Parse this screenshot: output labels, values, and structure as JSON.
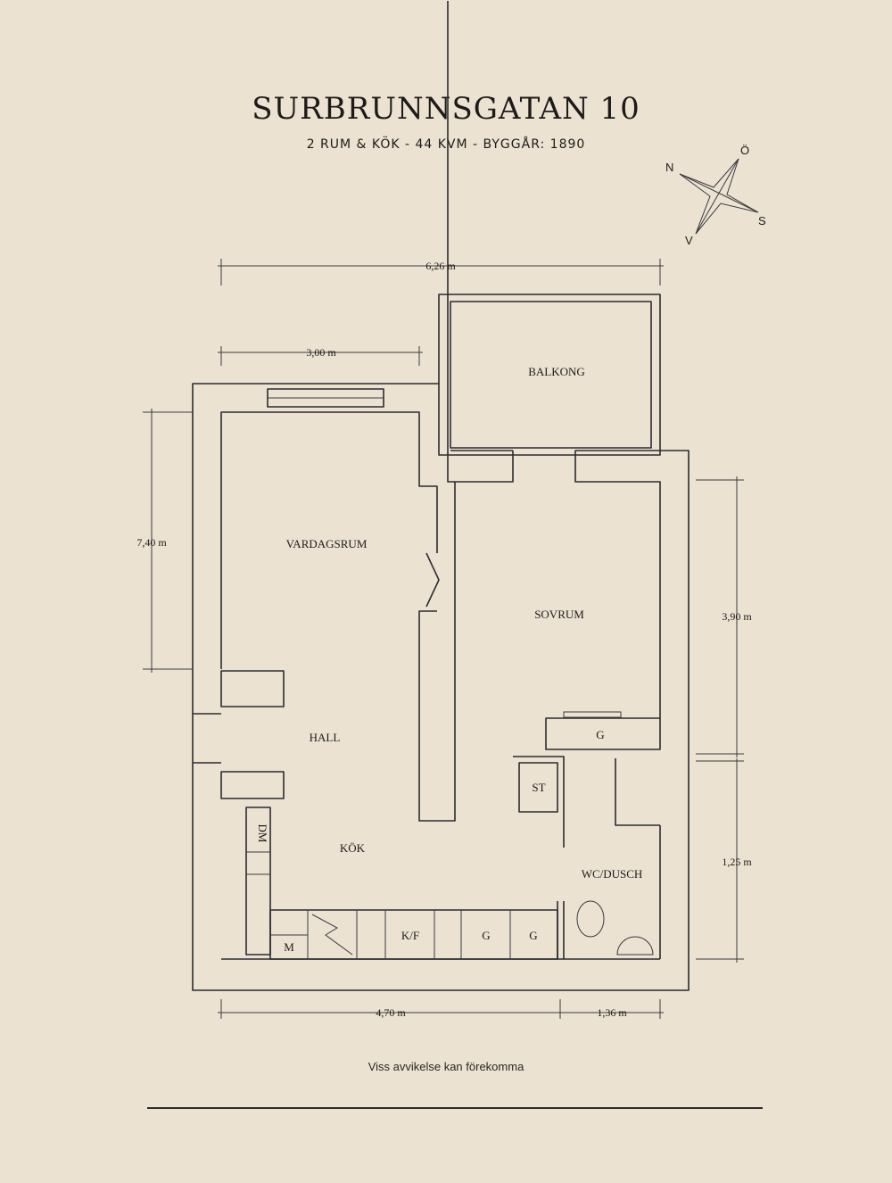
{
  "header": {
    "title": "SURBRUNNSGATAN 10",
    "subtitle": "2 RUM & KÖK  -  44 KVM  -  BYGGÅR: 1890"
  },
  "compass": {
    "n": "N",
    "e": "Ö",
    "s": "S",
    "w": "V"
  },
  "rooms": {
    "balkong": "BALKONG",
    "vardagsrum": "VARDAGSRUM",
    "sovrum": "SOVRUM",
    "hall": "HALL",
    "kok": "KÖK",
    "wc": "WC/DUSCH",
    "st": "ST",
    "g_wardrobe": "G",
    "dm": "DM",
    "m": "M",
    "kf": "K/F",
    "g1": "G",
    "g2": "G"
  },
  "dimensions": {
    "top_total": "6,26 m",
    "top_living": "3,00 m",
    "left_living": "7,40 m",
    "right_bedroom": "3,90 m",
    "right_wc": "1,25 m",
    "bottom_main": "4,70 m",
    "bottom_wc": "1,36 m"
  },
  "footer": {
    "note": "Viss avvikelse kan förekomma"
  }
}
